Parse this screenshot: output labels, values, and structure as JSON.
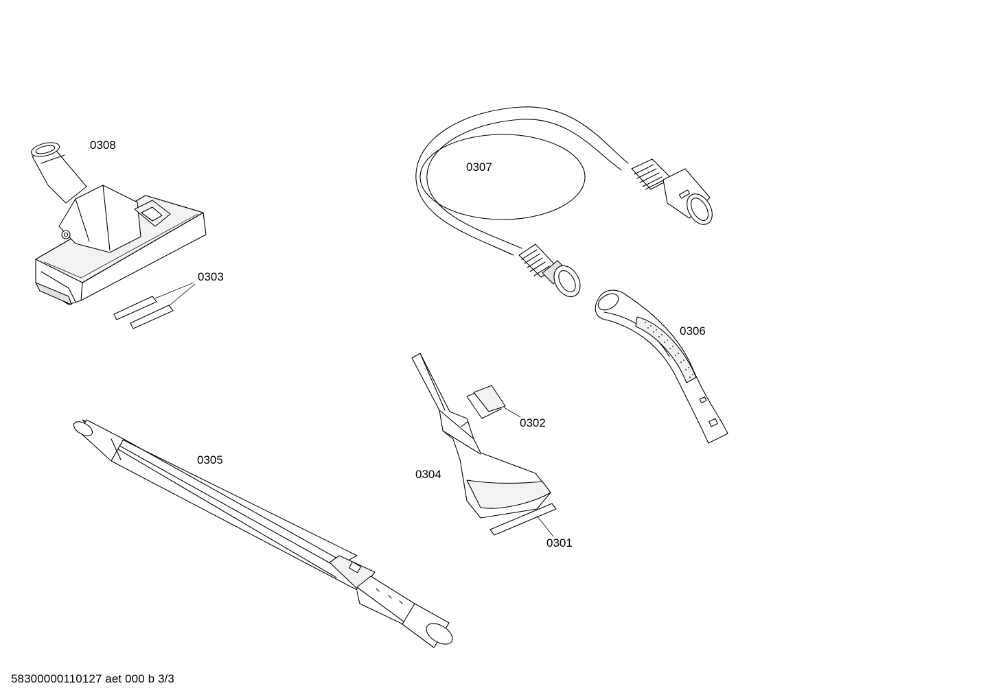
{
  "parts": [
    {
      "id": "0308",
      "label": "0308"
    },
    {
      "id": "0307",
      "label": "0307"
    },
    {
      "id": "0303",
      "label": "0303"
    },
    {
      "id": "0306",
      "label": "0306"
    },
    {
      "id": "0302",
      "label": "0302"
    },
    {
      "id": "0305",
      "label": "0305"
    },
    {
      "id": "0304",
      "label": "0304"
    },
    {
      "id": "0301",
      "label": "0301"
    }
  ],
  "footer": {
    "code": "58300000110127 aet 000 b 3/3"
  }
}
